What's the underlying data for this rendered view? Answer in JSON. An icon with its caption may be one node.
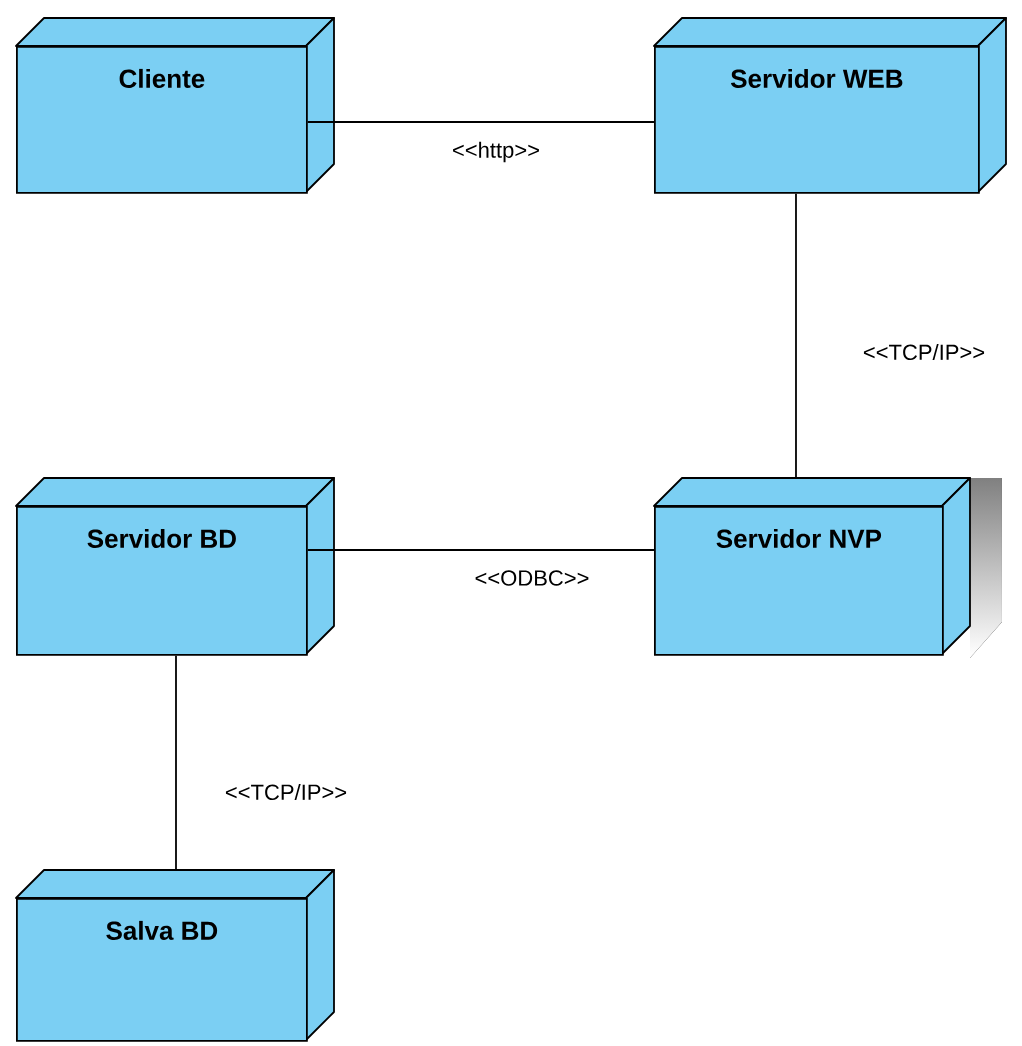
{
  "diagram": {
    "nodes": [
      {
        "text": [
          "Cliente"
        ]
      },
      {
        "text": [
          "Servidor WEB"
        ]
      },
      {
        "text": [
          "Servidor BD"
        ]
      },
      {
        "text": [
          "Servidor NVP"
        ]
      },
      {
        "text": [
          "Salva BD"
        ]
      }
    ],
    "edges": [
      {
        "from": 0,
        "to": 1,
        "arrow": "none",
        "label": "<<http>>"
      },
      {
        "from": 1,
        "to": 3,
        "arrow": "none",
        "label": "<<TCP/IP>>"
      },
      {
        "from": 2,
        "to": 3,
        "arrow": "none",
        "label": "<<ODBC>>"
      },
      {
        "from": 2,
        "to": 4,
        "arrow": "none",
        "label": "<<TCP/IP>>"
      }
    ]
  }
}
